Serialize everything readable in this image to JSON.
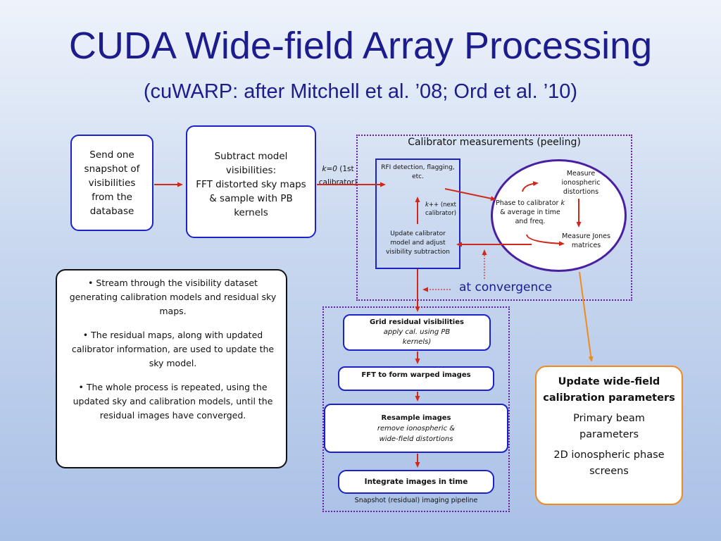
{
  "slide": {
    "title": "CUDA Wide-field Array Processing",
    "subtitle": "(cuWARP:  after Mitchell et al. ’08; Ord et al. ’10)"
  },
  "send_box": {
    "lines": [
      "Send one",
      "snapshot of",
      "visibilities",
      "from the",
      "database"
    ]
  },
  "subtract_box": {
    "heading_lines": [
      "Subtract model",
      "visibilities:"
    ],
    "body_lines": [
      "FFT distorted sky maps",
      "& sample with PB",
      "kernels"
    ]
  },
  "k0_label": {
    "italic": "k=0",
    "rest": " (1st",
    "line2": "calibrator)"
  },
  "calibrator_region": {
    "title": "Calibrator measurements (peeling)"
  },
  "rfi_box": {
    "top_lines": [
      "RFI detection, flagging,",
      "etc."
    ],
    "loop_italic": "k++",
    "loop_rest": " (next",
    "loop_line2": "calibrator)",
    "bottom_lines": [
      "Update calibrator",
      "model and adjust",
      "visibility subtraction"
    ]
  },
  "ellipse": {
    "ionospheric_lines": [
      "Measure",
      "ionospheric",
      "distortions"
    ],
    "phase_line1_text": "Phase to calibrator ",
    "phase_line1_italic": "k",
    "phase_lines_rest": [
      "& average in time",
      "and freq."
    ],
    "jones_lines": [
      "Measure Jones",
      "matrices"
    ]
  },
  "at_convergence": "at convergence",
  "pipeline": {
    "grid_title": "Grid residual visibilities",
    "grid_sub_lines": [
      "apply cal. using PB",
      "kernels)"
    ],
    "fft_label": "FFT to form warped images",
    "resample_title": "Resample images",
    "resample_sub_lines": [
      "remove ionospheric &",
      "wide-field distortions"
    ],
    "integrate_label": "Integrate images in time",
    "caption": "Snapshot (residual) imaging pipeline"
  },
  "bullets": [
    "Stream through the visibility dataset generating calibration models and residual sky maps.",
    "The residual maps, along with updated calibrator information, are used to update the sky model.",
    "The whole process is repeated, using the updated sky and calibration models, until the residual images have converged."
  ],
  "update_box": {
    "title_lines": [
      "Update wide-field",
      "calibration parameters"
    ],
    "item1_lines": [
      "Primary beam",
      "parameters"
    ],
    "item2_lines": [
      "2D ionospheric phase",
      "screens"
    ]
  },
  "colors": {
    "title": "#1c1c8c",
    "box_border": "#1a22c8",
    "ellipse_border": "#4a1fa0",
    "dotted_region": "#6a1fa8",
    "arrow_red": "#d0281a",
    "arrow_orange": "#f08a1c",
    "update_border": "#f08a1c"
  }
}
